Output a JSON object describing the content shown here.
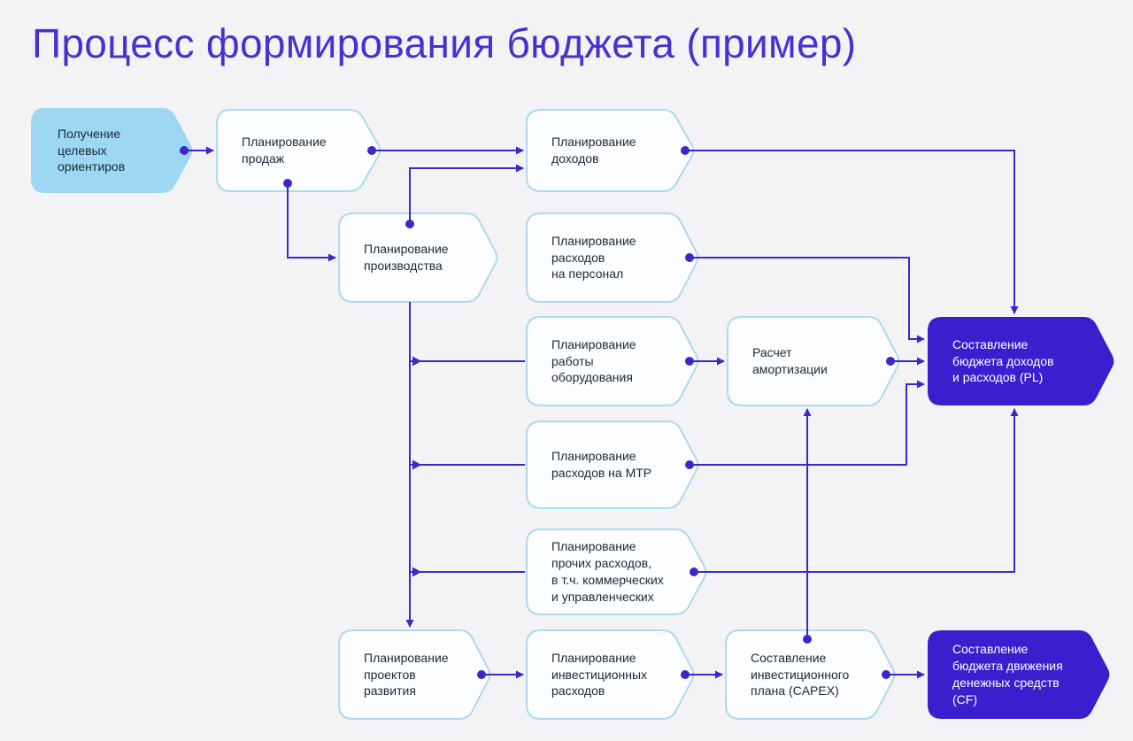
{
  "page": {
    "title": "Процесс формирования бюджета (пример)"
  },
  "colors": {
    "background": "#f3f3f5",
    "title": "#4732d1",
    "line": "#3e26c9",
    "node_border": "#aadaf0",
    "node_fill": "#fbfdfe",
    "start_node_fill": "#9ed7f1",
    "dark_node_fill": "#3a1fce",
    "text_dark": "#1b2836",
    "text_light": "#ffffff"
  },
  "diagram": {
    "nodes": {
      "goal": {
        "label": "Получение\nцелевых\nориентиров"
      },
      "sales": {
        "label": "Планирование\nпродаж"
      },
      "income": {
        "label": "Планирование\nдоходов"
      },
      "production": {
        "label": "Планирование\nпроизводства"
      },
      "personnel": {
        "label": "Планирование\nрасходов\nна персонал"
      },
      "equipment": {
        "label": "Планирование\nработы\nоборудования"
      },
      "amortization": {
        "label": "Расчет\nамортизации"
      },
      "mtr": {
        "label": "Планирование\nрасходов на МТР"
      },
      "other_expenses": {
        "label": "Планирование\nпрочих расходов,\nв т.ч. коммерческих\nи управленческих"
      },
      "projects": {
        "label": "Планирование\nпроектов\nразвития"
      },
      "investment": {
        "label": "Планирование\nинвестиционных\nрасходов"
      },
      "capex": {
        "label": "Составление\nинвестиционного\nплана (CAPEX)"
      },
      "pl": {
        "label": "Составление\nбюджета доходов\nи расходов (PL)"
      },
      "cf": {
        "label": "Составление\nбюджета движения\nденежных средств\n(CF)"
      }
    },
    "edges": [
      {
        "from": "goal",
        "to": "sales"
      },
      {
        "from": "sales",
        "to": "income"
      },
      {
        "from": "sales",
        "to": "production"
      },
      {
        "from": "production",
        "to": "income"
      },
      {
        "from": "production",
        "to": "equipment"
      },
      {
        "from": "production",
        "to": "mtr"
      },
      {
        "from": "production",
        "to": "other_expenses"
      },
      {
        "from": "production",
        "to": "projects"
      },
      {
        "from": "personnel",
        "to": "pl"
      },
      {
        "from": "equipment",
        "to": "amortization"
      },
      {
        "from": "amortization",
        "to": "pl"
      },
      {
        "from": "mtr",
        "to": "pl"
      },
      {
        "from": "income",
        "to": "pl"
      },
      {
        "from": "other_expenses",
        "to": "pl"
      },
      {
        "from": "projects",
        "to": "investment"
      },
      {
        "from": "investment",
        "to": "capex"
      },
      {
        "from": "capex",
        "to": "cf"
      },
      {
        "from": "capex",
        "to": "amortization"
      }
    ]
  }
}
